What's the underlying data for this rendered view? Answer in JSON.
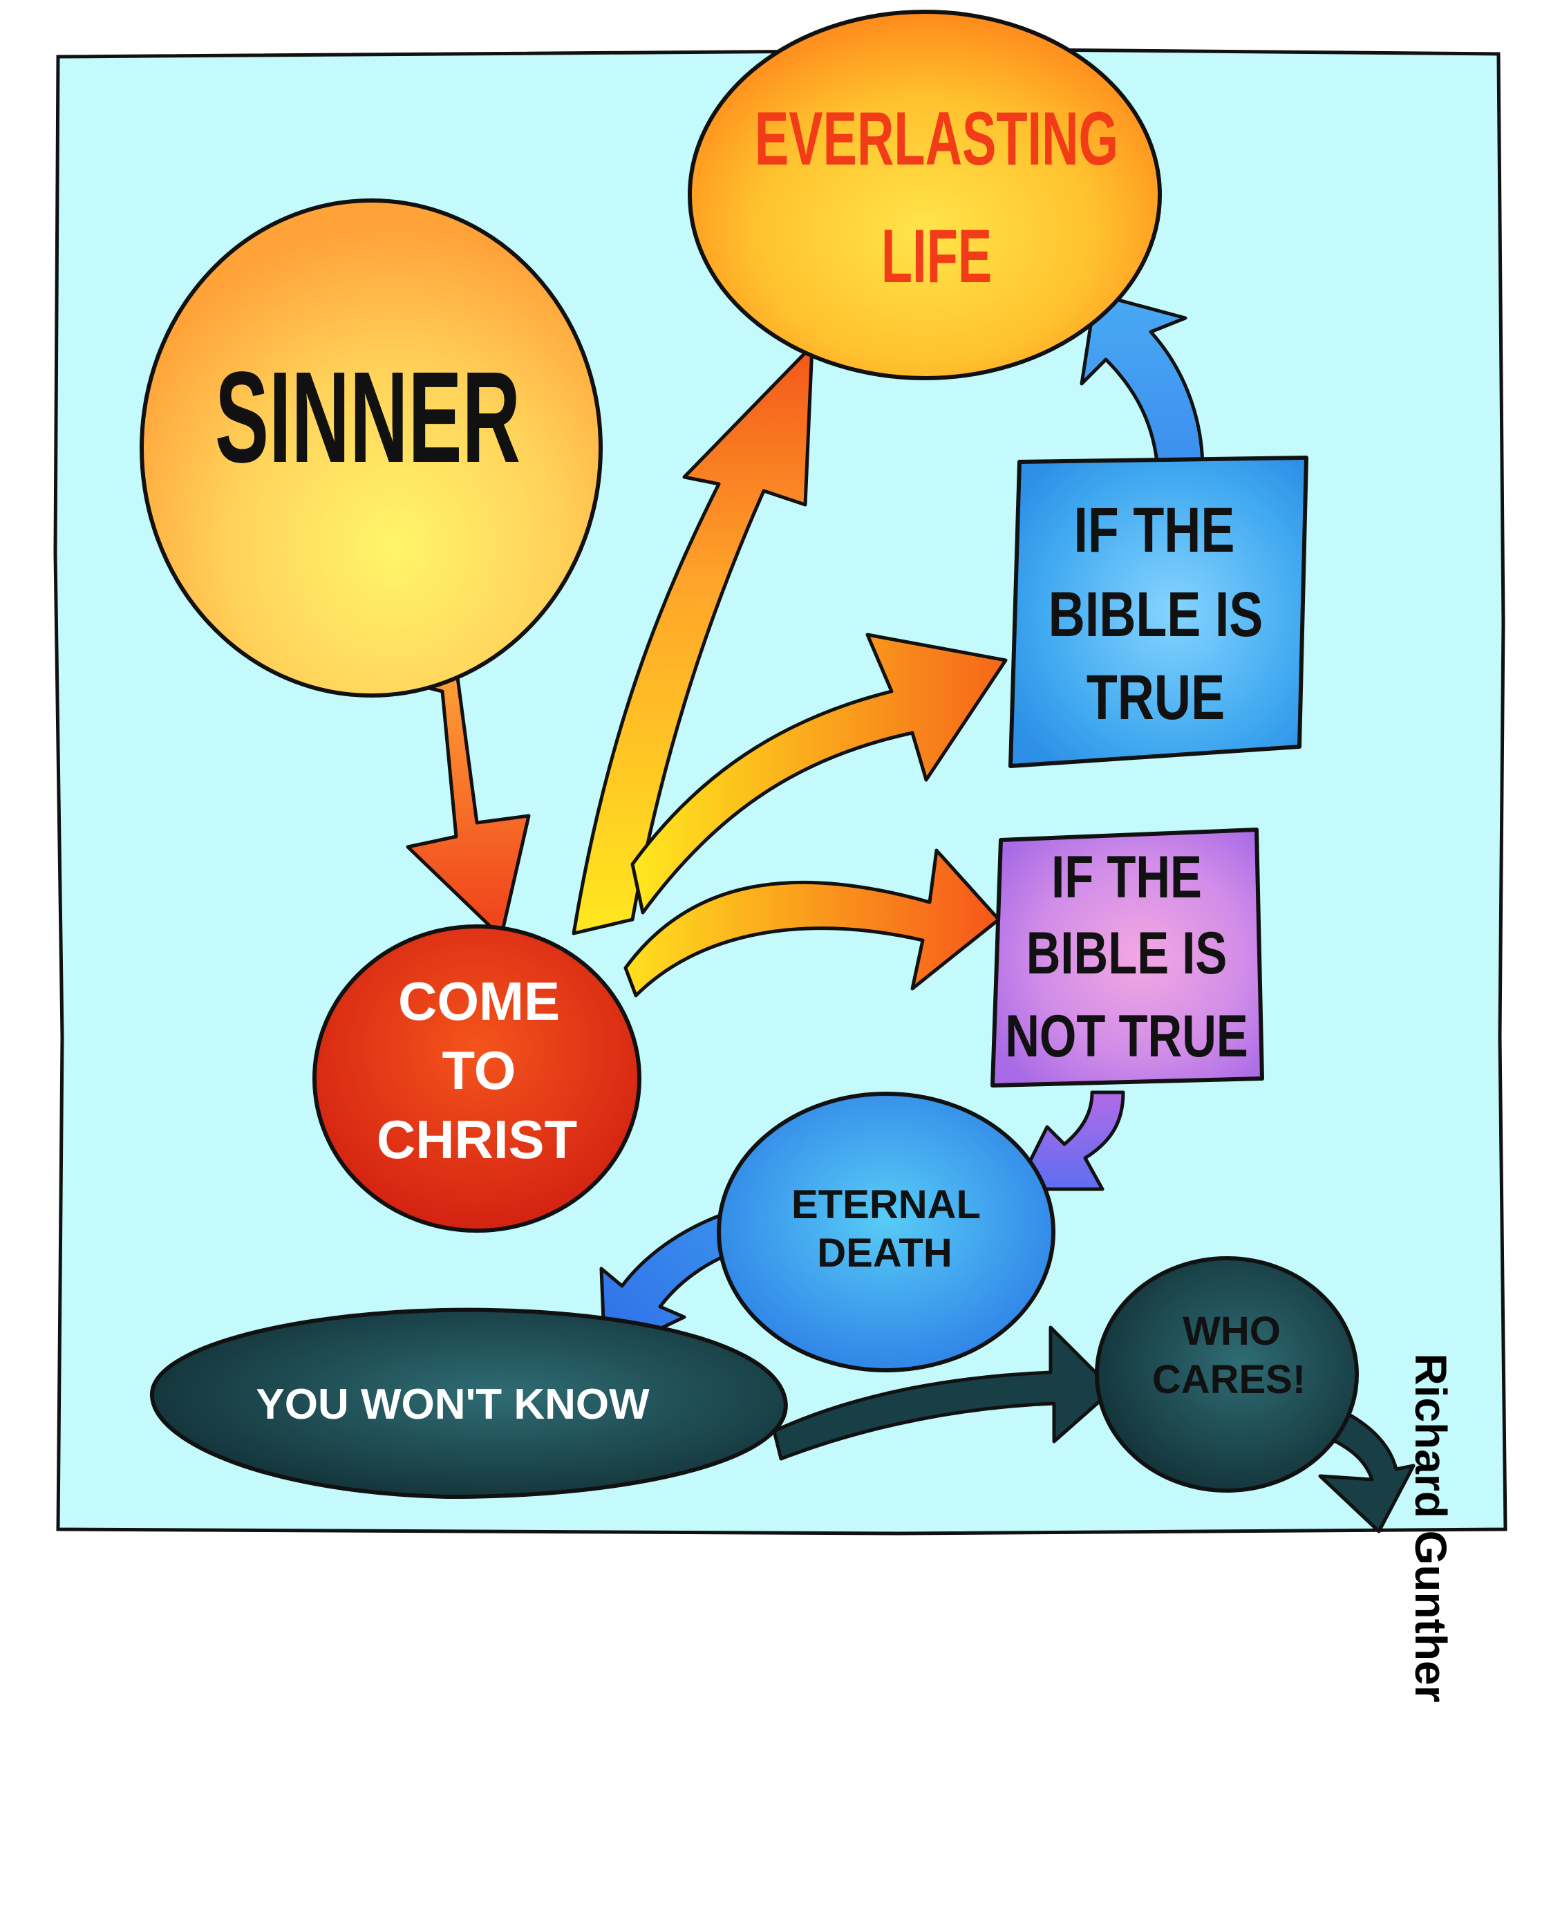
{
  "nodes": {
    "sinner": "SINNER",
    "everlasting_life": [
      "EVERLASTING",
      "LIFE"
    ],
    "bible_true": [
      "IF THE",
      "BIBLE IS",
      "TRUE"
    ],
    "bible_not_true": [
      "IF THE",
      "BIBLE IS",
      "NOT TRUE"
    ],
    "come_to_christ": [
      "COME",
      "TO",
      "CHRIST"
    ],
    "eternal_death": [
      "ETERNAL",
      "DEATH"
    ],
    "you_wont_know": "YOU WON'T KNOW",
    "who_cares": [
      "WHO",
      "CARES!"
    ]
  },
  "credit": "Richard Gunther",
  "colors": {
    "background": "#c4fafb",
    "outline": "#111111",
    "sun_yellow": "#fff56a",
    "sun_orange": "#ffa238",
    "christ_red": "#e53212",
    "true_blue": "#40b0f2",
    "not_true_violet": "#c77de8",
    "death_blue": "#3ba2ee",
    "dark_teal": "#173f45"
  }
}
